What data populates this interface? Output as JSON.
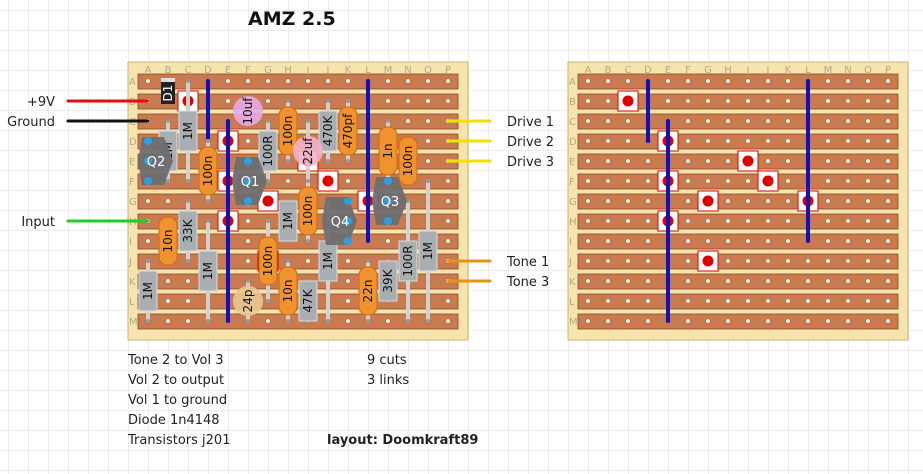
{
  "title": "AMZ 2.5",
  "columns": [
    "A",
    "B",
    "C",
    "D",
    "E",
    "F",
    "G",
    "H",
    "I",
    "J",
    "K",
    "L",
    "M",
    "N",
    "O",
    "P"
  ],
  "rows": [
    "A",
    "B",
    "C",
    "D",
    "E",
    "F",
    "G",
    "H",
    "I",
    "J",
    "K",
    "L",
    "M"
  ],
  "colors": {
    "board": "#f7e4ac",
    "strip": "#c97a4f",
    "strip_border": "#8a4a2a",
    "link": "#1010c0",
    "cut": "#e00000",
    "resistor": "#a9aeb3",
    "capacitor": "#f0922e",
    "lead": "#d0d0d0",
    "pin": "#2aa0e0",
    "transistor": "#6e6e70"
  },
  "wires_left": [
    {
      "label": "+9V",
      "row": "B",
      "color": "#e01010"
    },
    {
      "label": "Ground",
      "row": "C",
      "color": "#111111"
    },
    {
      "label": "Input",
      "row": "H",
      "color": "#22cc22"
    }
  ],
  "wires_right": [
    {
      "label": "Drive 1",
      "row": "C",
      "color": "#f0e000"
    },
    {
      "label": "Drive 2",
      "row": "D",
      "color": "#f0e000"
    },
    {
      "label": "Drive 3",
      "row": "E",
      "color": "#f0e000"
    },
    {
      "label": "Tone 1",
      "row": "J",
      "color": "#e89010"
    },
    {
      "label": "Tone 3",
      "row": "K",
      "color": "#e89010"
    }
  ],
  "links": [
    {
      "col": "D",
      "from": "A",
      "to": "D"
    },
    {
      "col": "E",
      "from": "C",
      "to": "M"
    },
    {
      "col": "L",
      "from": "A",
      "to": "I"
    }
  ],
  "cuts": [
    {
      "col": "C",
      "row": "B"
    },
    {
      "col": "E",
      "row": "D"
    },
    {
      "col": "I",
      "row": "E"
    },
    {
      "col": "E",
      "row": "F"
    },
    {
      "col": "J",
      "row": "F"
    },
    {
      "col": "G",
      "row": "G"
    },
    {
      "col": "L",
      "row": "G"
    },
    {
      "col": "E",
      "row": "H"
    },
    {
      "col": "G",
      "row": "J"
    }
  ],
  "components": [
    {
      "label": "1M",
      "kind": "resistor",
      "col": "C",
      "from": "A",
      "to": "F"
    },
    {
      "label": "1M",
      "kind": "resistor",
      "col": "B",
      "from": "C",
      "to": "F"
    },
    {
      "label": "100n",
      "kind": "capacitor",
      "col": "D",
      "from": "D",
      "to": "G"
    },
    {
      "label": "100R",
      "kind": "resistor",
      "col": "G",
      "from": "C",
      "to": "F"
    },
    {
      "label": "100n",
      "kind": "capacitor",
      "col": "H",
      "from": "B",
      "to": "E"
    },
    {
      "label": "470K",
      "kind": "resistor",
      "col": "J",
      "from": "B",
      "to": "E"
    },
    {
      "label": "470pf",
      "kind": "capacitor",
      "col": "K",
      "from": "B",
      "to": "E"
    },
    {
      "label": "1n",
      "kind": "capacitor",
      "col": "M",
      "from": "C",
      "to": "F"
    },
    {
      "label": "100n",
      "kind": "capacitor",
      "col": "N",
      "from": "D",
      "to": "F"
    },
    {
      "label": "1M",
      "kind": "resistor",
      "col": "H",
      "from": "G",
      "to": "I"
    },
    {
      "label": "100n",
      "kind": "capacitor",
      "col": "I",
      "from": "F",
      "to": "I"
    },
    {
      "label": "10n",
      "kind": "capacitor",
      "col": "B",
      "from": "H",
      "to": "J"
    },
    {
      "label": "33K",
      "kind": "resistor",
      "col": "C",
      "from": "G",
      "to": "J"
    },
    {
      "label": "1M",
      "kind": "resistor",
      "col": "D",
      "from": "H",
      "to": "M"
    },
    {
      "label": "100n",
      "kind": "capacitor",
      "col": "G",
      "from": "H",
      "to": "L"
    },
    {
      "label": "10n",
      "kind": "capacitor",
      "col": "H",
      "from": "J",
      "to": "M"
    },
    {
      "label": "47K",
      "kind": "resistor",
      "col": "I",
      "from": "K",
      "to": "M"
    },
    {
      "label": "1M",
      "kind": "resistor",
      "col": "J",
      "from": "G",
      "to": "M"
    },
    {
      "label": "22n",
      "kind": "capacitor",
      "col": "L",
      "from": "J",
      "to": "M"
    },
    {
      "label": "39K",
      "kind": "resistor",
      "col": "M",
      "from": "J",
      "to": "L"
    },
    {
      "label": "100R",
      "kind": "resistor",
      "col": "N",
      "from": "G",
      "to": "M"
    },
    {
      "label": "1M",
      "kind": "resistor",
      "col": "O",
      "from": "F",
      "to": "M"
    },
    {
      "label": "1M",
      "kind": "resistor",
      "col": "A",
      "from": "J",
      "to": "M"
    }
  ],
  "round_caps": [
    {
      "label": "10uf",
      "col": "F",
      "from": "B",
      "to": "C",
      "color": "#e6a8e8"
    },
    {
      "label": "22uf",
      "col": "I",
      "from": "C",
      "to": "F",
      "color": "#f2b0c8"
    },
    {
      "label": "24p",
      "col": "F",
      "from": "K",
      "to": "M",
      "color": "#e8c890"
    }
  ],
  "diode": {
    "label": "D1",
    "col": "B",
    "from": "A",
    "to": "B"
  },
  "transistors": [
    {
      "label": "Q2",
      "col": "A",
      "from": "D",
      "to": "F",
      "side": "right"
    },
    {
      "label": "Q1",
      "col": "F",
      "from": "E",
      "to": "G",
      "side": "center"
    },
    {
      "label": "Q4",
      "col": "K",
      "from": "G",
      "to": "I",
      "side": "left"
    },
    {
      "label": "Q3",
      "col": "M",
      "from": "F",
      "to": "H",
      "side": "center"
    }
  ],
  "notes": [
    "Tone 2 to Vol 3",
    "Vol 2 to output",
    "Vol 1 to ground",
    "Diode 1n4148",
    "Transistors j201"
  ],
  "counts": [
    "9 cuts",
    "3 links"
  ],
  "credit": "layout: Doomkraft89"
}
